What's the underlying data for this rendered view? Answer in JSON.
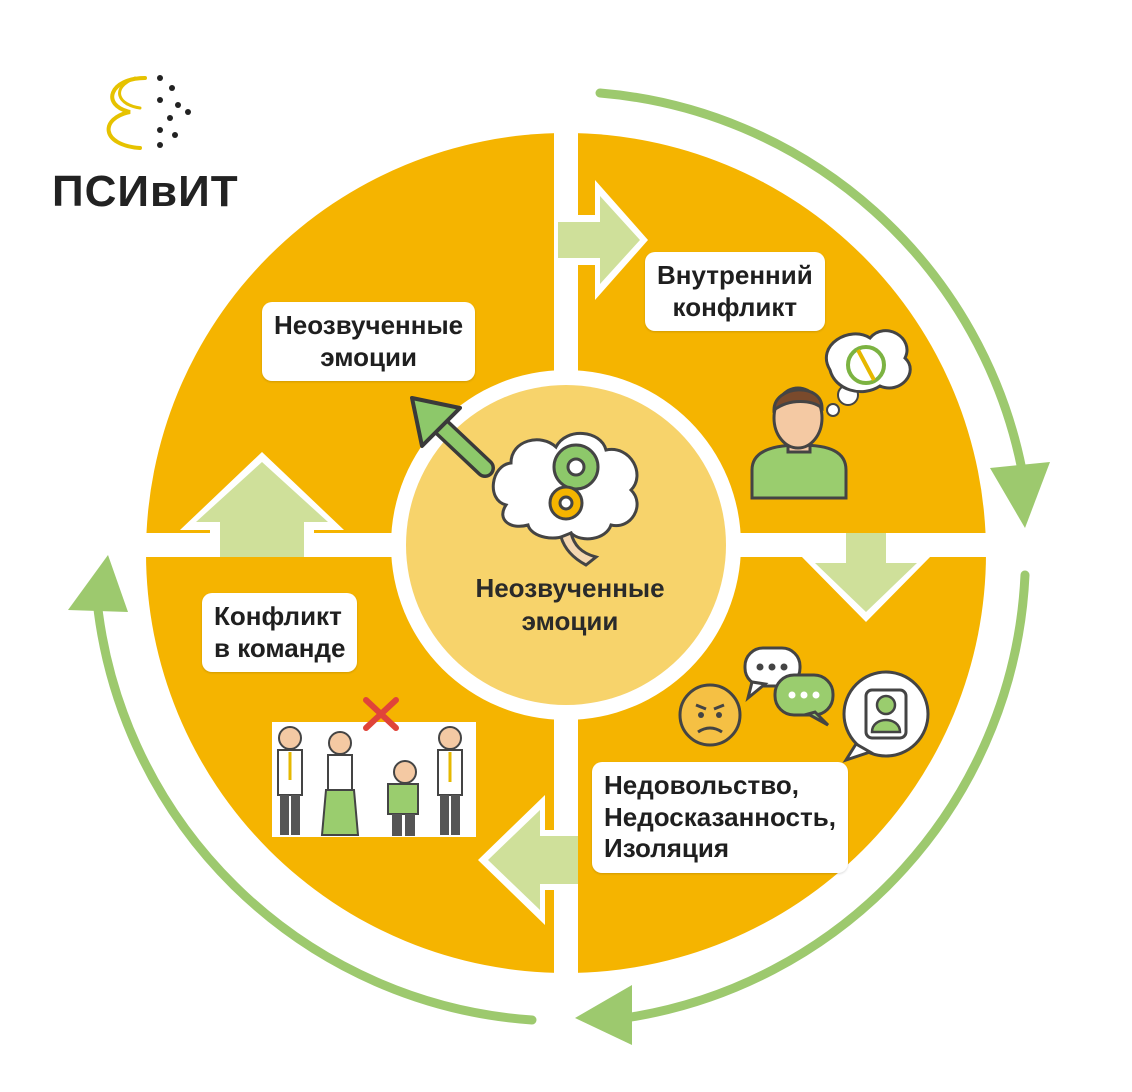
{
  "logo": {
    "text": "ПСИвИТ"
  },
  "center": {
    "line1": "Неозвученные",
    "line2": "эмоции"
  },
  "quadrants": {
    "top_left": {
      "line1": "Неозвученные",
      "line2": "эмоции"
    },
    "top_right": {
      "line1": "Внутренний",
      "line2": "конфликт"
    },
    "bottom_right": {
      "line1": "Недовольство,",
      "line2": "Недосказанность,",
      "line3": "Изоляция"
    },
    "bottom_left": {
      "line1": "Конфликт",
      "line2": "в команде"
    }
  },
  "colors": {
    "quadrant_fill": "#F5B400",
    "center_fill": "#F7D36B",
    "arrow_green": "#9DC96E",
    "arrow_light": "#CFE09A",
    "logo_gold": "#E6C200",
    "text_dark": "#222222"
  },
  "icons": [
    "brain-gears-icon",
    "thinking-person-icon",
    "angry-face-icon",
    "chat-bubbles-icon",
    "user-bubble-icon",
    "team-conflict-icon",
    "red-x-icon",
    "logo-mark-icon"
  ]
}
